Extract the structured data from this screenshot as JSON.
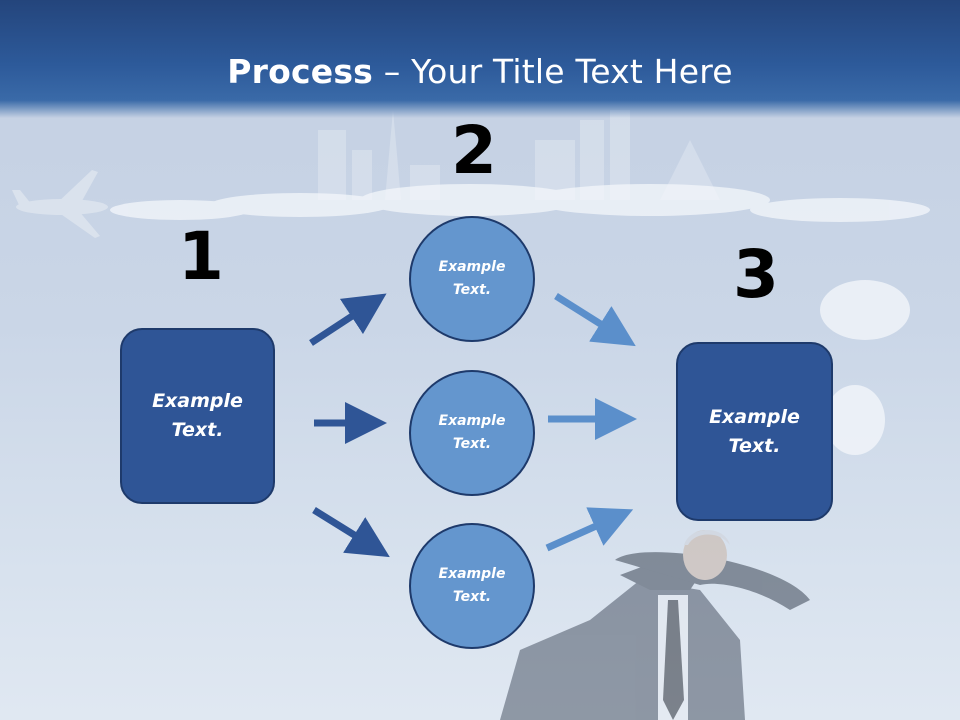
{
  "slide": {
    "title_bold": "Process",
    "title_rest": " – Your Title Text Here"
  },
  "steps": {
    "one": "1",
    "two": "2",
    "three": "3"
  },
  "nodes": {
    "left_box": "Example\nText.",
    "circle_top": "Example\nText.",
    "circle_middle": "Example\nText.",
    "circle_bottom": "Example\nText.",
    "right_box": "Example\nText."
  },
  "colors": {
    "header": "#2d5a9a",
    "box_fill": "#2f5596",
    "circle_fill": "#6496ce",
    "arrow_dark": "#2f5596",
    "arrow_light": "#5b8fcb"
  }
}
